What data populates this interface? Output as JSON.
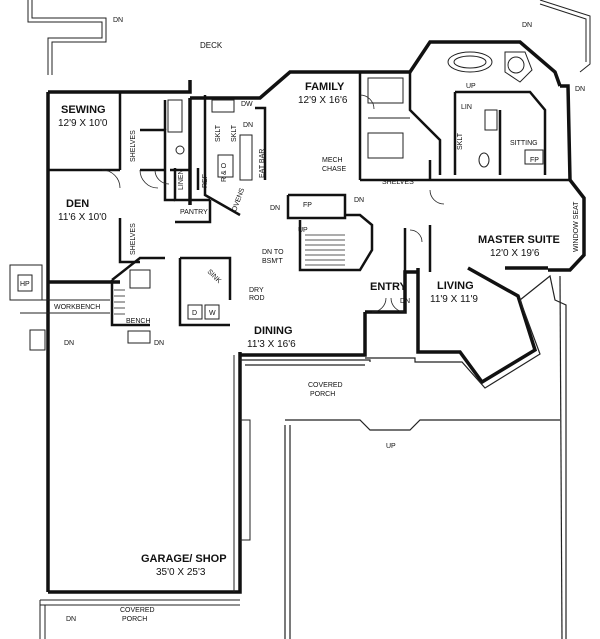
{
  "rooms": {
    "family": {
      "name": "FAMILY",
      "dim": "12'9 X 16'6"
    },
    "sewing": {
      "name": "SEWING",
      "dim": "12'9 X 10'0"
    },
    "den": {
      "name": "DEN",
      "dim": "11'6 X 10'0"
    },
    "master": {
      "name": "MASTER SUITE",
      "dim": "12'0 X 19'6"
    },
    "living": {
      "name": "LIVING",
      "dim": "11'9 X 11'9"
    },
    "dining": {
      "name": "DINING",
      "dim": "11'3 X 16'6"
    },
    "garage": {
      "name": "GARAGE/ SHOP",
      "dim": "35'0 X 25'3"
    },
    "entry": {
      "name": "ENTRY"
    }
  },
  "labels": {
    "deck": "DECK",
    "covered_porch_1": "COVERED",
    "covered_porch_2": "PORCH",
    "covered_porch_b1": "COVERED",
    "covered_porch_b2": "PORCH",
    "dn": "DN",
    "up": "UP",
    "dw": "DW",
    "sklt": "SKLT",
    "eat_bar": "EAT BAR",
    "r_and_o": "R & O",
    "ovens": "OVENS",
    "ref": "REF",
    "pantry": "PANTRY",
    "linen": "LINEN",
    "shelves": "SHELVES",
    "mech_1": "MECH",
    "mech_2": "CHASE",
    "fp": "FP",
    "dn_to_1": "DN TO",
    "dn_to_2": "BSM'T",
    "sink": "SINK",
    "dry_1": "DRY",
    "dry_2": "ROD",
    "d": "D",
    "w": "W",
    "bench": "BENCH",
    "workbench": "WORKBENCH",
    "hp": "HP",
    "lin": "LIN",
    "sitting": "SITTING",
    "window_seat": "WINDOW SEAT"
  }
}
